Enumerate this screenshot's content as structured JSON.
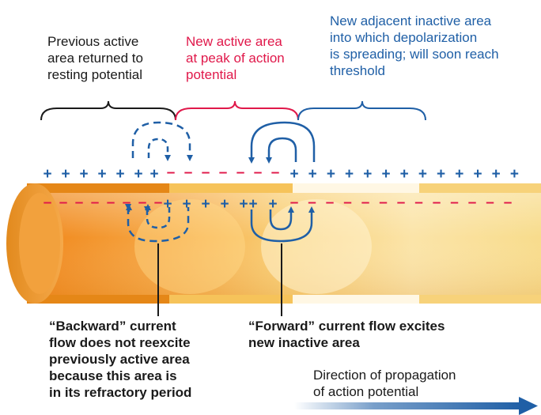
{
  "labels": {
    "previous_active": "Previous active\narea returned to\nresting potential",
    "new_active": "New active area\nat peak of action\npotential",
    "new_inactive": "New adjacent inactive area\ninto which depolarization\nis spreading; will soon reach\nthreshold",
    "backward_flow": "“Backward” current\nflow does not reexcite\npreviously active area\nbecause this area is\nin its refractory period",
    "forward_flow": "“Forward” current flow excites\nnew inactive area",
    "direction": "Direction of propagation\nof action potential"
  },
  "signs": {
    "plus": "+",
    "minus": "–"
  },
  "colors": {
    "red": "#e0184a",
    "blue": "#1f5fa6",
    "black": "#1a1a1a",
    "axon_orange": "#f39a2e",
    "axon_yellow": "#f7d27a"
  },
  "icons": [
    "brace",
    "current-loop-arrow",
    "direction-arrow"
  ]
}
